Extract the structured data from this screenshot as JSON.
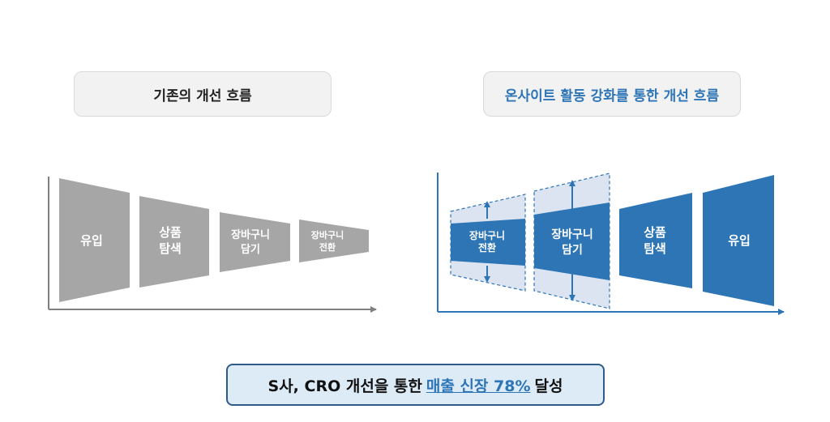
{
  "headers": {
    "left": "기존의 개선 흐름",
    "right": "온사이트 활동 강화를 통한 개선 흐름"
  },
  "left_funnel": [
    {
      "line1": "유입",
      "line2": ""
    },
    {
      "line1": "상품",
      "line2": "탐색"
    },
    {
      "line1": "장바구니",
      "line2": "담기"
    },
    {
      "line1": "장바구니",
      "line2": "전환"
    }
  ],
  "right_funnel": [
    {
      "line1": "장바구니",
      "line2": "전환"
    },
    {
      "line1": "장바구니",
      "line2": "담기"
    },
    {
      "line1": "상품",
      "line2": "탐색"
    },
    {
      "line1": "유입",
      "line2": ""
    }
  ],
  "result": {
    "prefix": "S사, CRO 개선을 통한",
    "highlight": "매출 신장 78%",
    "suffix": "달성"
  },
  "colors": {
    "gray": "#a6a6a6",
    "blue": "#2e75b6",
    "blue_light": "#dbe4f0",
    "axis_left": "#7f7f7f",
    "axis_right": "#2e75b6"
  }
}
